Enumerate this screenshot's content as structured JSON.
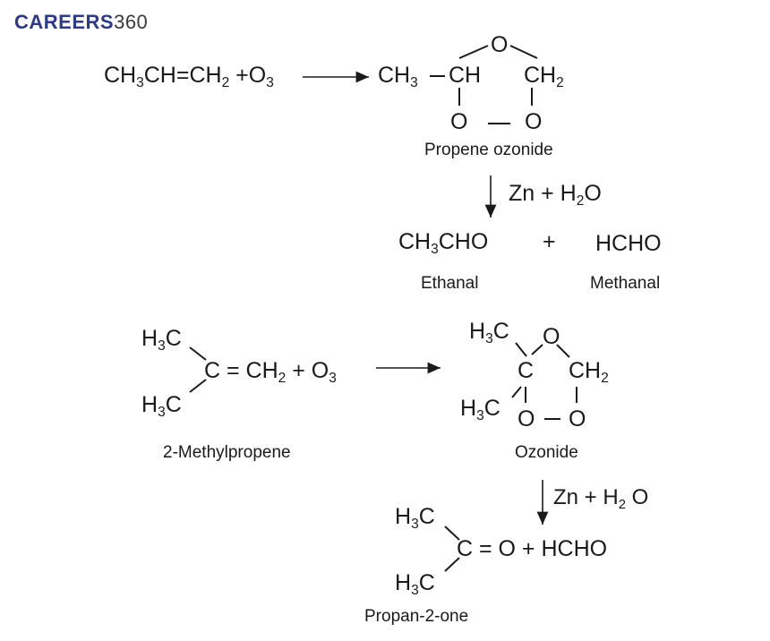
{
  "brand": {
    "word": "CAREERS",
    "number": "360"
  },
  "reaction1": {
    "reactant": [
      "CH",
      "3",
      "CH=CH",
      "2",
      " +O",
      "3"
    ],
    "product": {
      "methyl": [
        "CH",
        "3"
      ],
      "ch": "CH",
      "ch2": [
        "CH",
        "2"
      ],
      "ring_o_top": "O",
      "ring_o_left": "O",
      "ring_o_right": "O"
    },
    "product_label": "Propene  ozonide",
    "reagent": [
      "Zn + H",
      "2",
      "O"
    ],
    "final_left": [
      "CH",
      "3",
      "CHO"
    ],
    "plus": "+",
    "final_right": "HCHO",
    "final_left_label": "Ethanal",
    "final_right_label": "Methanal"
  },
  "reaction2": {
    "reactant": {
      "h3c_top": [
        "H",
        "3",
        "C"
      ],
      "h3c_bottom": [
        "H",
        "3",
        "C"
      ],
      "main": [
        "C = CH",
        "2",
        " + O",
        "3"
      ]
    },
    "reactant_label": "2-Methylpropene",
    "product": {
      "h3c_top": [
        "H",
        "3",
        "C"
      ],
      "h3c_bottom": [
        "H",
        "3",
        "C"
      ],
      "ring_o_top": "O",
      "c": "C",
      "ch2": [
        "CH",
        "2"
      ],
      "ring_o_left": "O",
      "ring_o_right": "O"
    },
    "product_label": "Ozonide",
    "reagent": [
      "Zn + H",
      "2",
      " O"
    ],
    "final": {
      "h3c_top": [
        "H",
        "3",
        "C"
      ],
      "h3c_bottom": [
        "H",
        "3",
        "C"
      ],
      "main": "C = O + HCHO"
    },
    "final_label": "Propan-2-one"
  }
}
